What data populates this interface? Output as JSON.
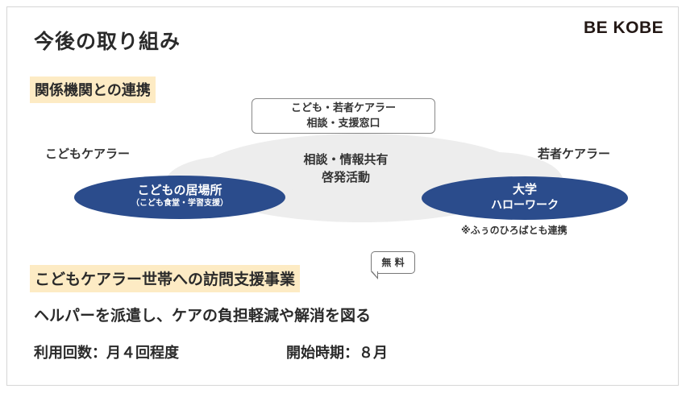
{
  "title": "今後の取り組み",
  "brand": "BE KOBE",
  "section1": {
    "heading": "関係機関との連携",
    "center_box": {
      "line1": "こども・若者ケアラー",
      "line2": "相談・支援窓口"
    },
    "center_text": {
      "line1": "相談・情報共有",
      "line2": "啓発活動"
    },
    "left_label": "こどもケアラー",
    "right_label": "若者ケアラー",
    "left_ellipse": {
      "line1": "こどもの居場所",
      "line2": "（こども食堂・学習支援）"
    },
    "right_ellipse": {
      "line1": "大学",
      "line2": "ハローワーク"
    },
    "note": "※ふぅのひろばとも連携"
  },
  "section2": {
    "heading": "こどもケアラー世帯への訪問支援事業",
    "badge": "無 料",
    "description": "ヘルパーを派遣し、ケアの負担軽減や解消を図る",
    "frequency": "利用回数：月４回程度",
    "start": "開始時期：８月"
  },
  "colors": {
    "highlight": "#fdebc4",
    "ellipse": "#2b4c8c",
    "cloud": "#ededed"
  }
}
